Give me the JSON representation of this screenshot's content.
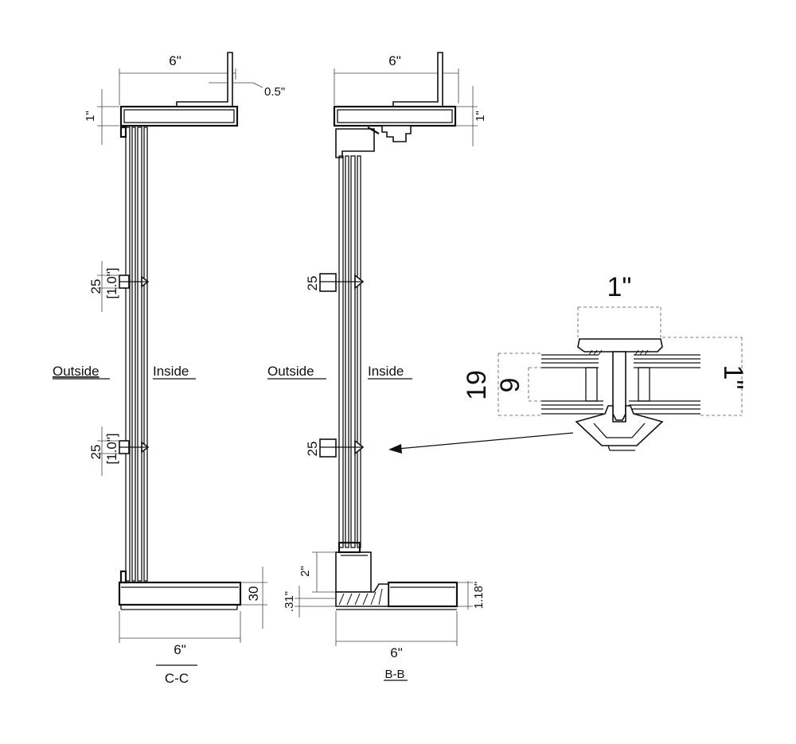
{
  "section_cc": {
    "title": "C-C",
    "outside": "Outside",
    "inside": "Inside",
    "dim_top_width": "6\"",
    "dim_top_gap": "0.5\"",
    "dim_top_height": "1\"",
    "dim_upper_clip": "25",
    "dim_upper_clip_in": "[1.0\"]",
    "dim_lower_clip": "25",
    "dim_lower_clip_in": "[1.0\"]",
    "dim_bottom_width": "6\"",
    "dim_bottom_height": "30"
  },
  "section_bb": {
    "title": "B-B",
    "outside": "Outside",
    "inside": "Inside",
    "dim_top_width": "6\"",
    "dim_top_height": "1\"",
    "dim_upper_clip": "25",
    "dim_lower_clip": "25",
    "dim_frame_height": "2\"",
    "dim_sill_offset": ".31\"",
    "dim_sill_height": "1.18\"",
    "dim_bottom_width": "6\""
  },
  "detail": {
    "dim_cap_width": "1\"",
    "dim_overall": "19",
    "dim_inner": "9",
    "dim_right": "1\""
  }
}
